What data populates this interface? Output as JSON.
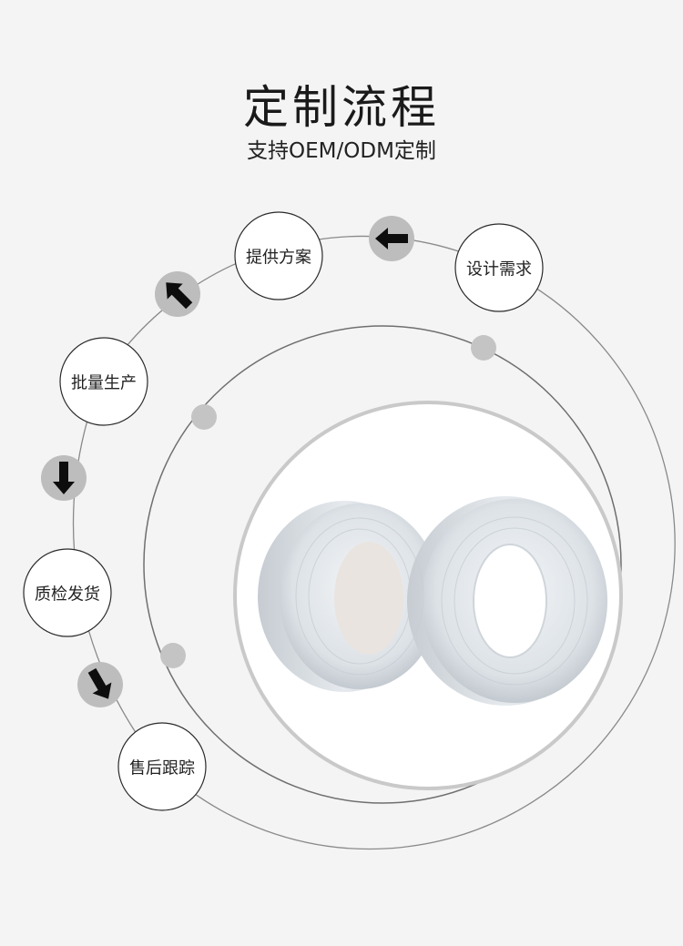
{
  "header": {
    "title": "定制流程",
    "subtitle": "支持OEM/ODM定制"
  },
  "steps": [
    {
      "label": "设计需求"
    },
    {
      "label": "提供方案"
    },
    {
      "label": "批量生产"
    },
    {
      "label": "质检发货"
    },
    {
      "label": "售后跟踪"
    }
  ],
  "colors": {
    "background": "#f4f4f4",
    "line": "#7a7a7a",
    "arrow_bg": "#bdbdbd",
    "coil": "#dfe4e9"
  },
  "icons": [
    "arrow-left-icon",
    "arrow-down-left-icon",
    "arrow-down-icon",
    "arrow-down-right-icon"
  ]
}
